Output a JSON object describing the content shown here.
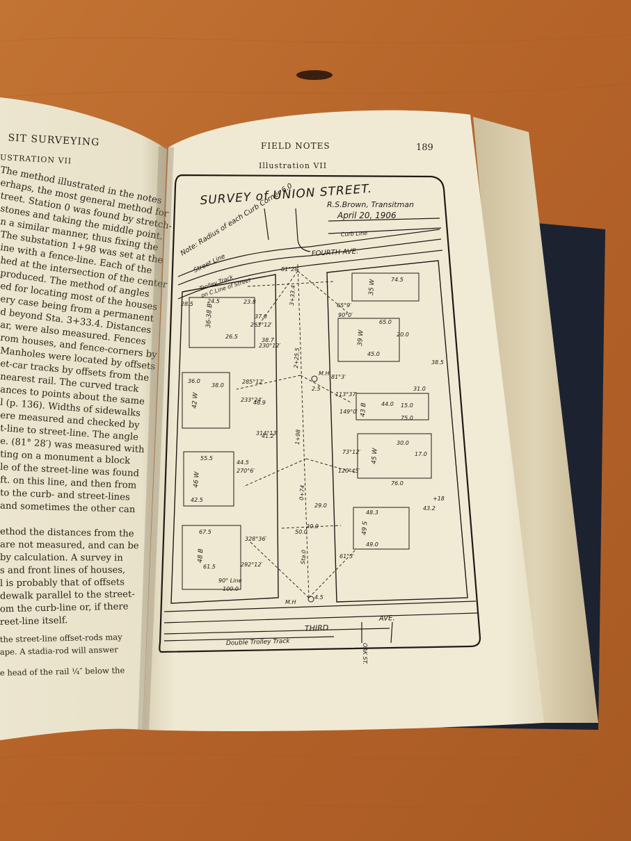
{
  "left_page": {
    "running_head": "SIT SURVEYING",
    "section_head": "USTRATION VII",
    "lines": [
      "The method illustrated in the notes",
      "erhaps, the most general method for",
      "treet. Station 0 was found by stretch-",
      "stones and taking the middle point.",
      "n a similar manner, thus fixing the",
      "The substation 1+98 was set at the",
      "ine with a fence-line. Each of the",
      "hed at the intersection of the center",
      "produced. The method of angles",
      "ed for locating most of the houses",
      "ery case being from a permanent",
      "d beyond Sta. 3+33.4. Distances",
      "ar, were also measured. Fences",
      "rom houses, and fence-corners by",
      "Manholes were located by offsets",
      "et-car tracks by offsets from the",
      "nearest rail. The curved track",
      "ances to points about the same",
      "l (p. 136). Widths of sidewalks",
      "ere measured and checked by",
      "t-line to street-line. The angle",
      "e. (81° 28′) was measured with",
      "ting on a monument a block",
      "le of the street-line was found",
      "ft. on this line, and then from",
      "to the curb- and street-lines",
      "and sometimes the other can",
      "",
      "ethod the distances from the",
      "are not measured, and can be",
      "by calculation. A survey in",
      "s and front lines of houses,",
      "l is probably that of offsets",
      "dewalk parallel to the street-",
      "om the curb-line or, if there",
      "reet-line itself."
    ],
    "footnote_lines": [
      "the street-line offset-rods may",
      "ape. A stadia-rod will answer",
      "e head of the rail ¼″ below the"
    ]
  },
  "right_page": {
    "running_head": "FIELD NOTES",
    "page_number": "189",
    "section_head": "Illustration VII",
    "plan": {
      "title": "SURVEY of UNION STREET.",
      "surveyor": "R.S.Brown, Transitman",
      "date": "April 20, 1906",
      "note": "Note: Radius of each Curb Corner 6.0",
      "street_labels": [
        "Curb Line",
        "Street Line",
        "FOURTH AVE.",
        "Trolley Track",
        "on C.Line of Street",
        "Double Trolley Track",
        "THIRD",
        "AVE.",
        "OAK ST."
      ],
      "angle_labels": [
        "81°28′",
        "65°9′",
        "90°0′",
        "285°12′",
        "233°24′",
        "314°13′",
        "73°12′",
        "113°37′",
        "149°0′",
        "120°45′",
        "328°36′",
        "292°12′",
        "61°3′",
        "270°6′",
        "81°3′",
        "263°12′",
        "230°12′"
      ],
      "house_labels": [
        "35 W",
        "39 W",
        "43 B",
        "45 W",
        "49 S",
        "42 W",
        "46 W",
        "48 B",
        "36-38 B"
      ],
      "dimension_labels": [
        "74.5",
        "65.0",
        "20.0",
        "45.0",
        "44.0",
        "75.0",
        "31.0",
        "15.0",
        "17.0",
        "30.0",
        "76.0",
        "48.3",
        "49.0",
        "43.2",
        "36.0",
        "38.0",
        "55.5",
        "44.5",
        "42.5",
        "67.5",
        "61.5",
        "100.0",
        "29.0",
        "30.0",
        "50.0",
        "28.5",
        "24.5",
        "26.5",
        "23.8",
        "37.0",
        "38.7",
        "41.2",
        "48.9"
      ],
      "misc_labels": [
        "M.H",
        "M.H",
        "4.5",
        "2.5",
        "90° Line",
        "38.5",
        "+18",
        "Sta.0",
        "1+98",
        "0+74",
        "2+25.5",
        "3+33.4"
      ]
    }
  }
}
